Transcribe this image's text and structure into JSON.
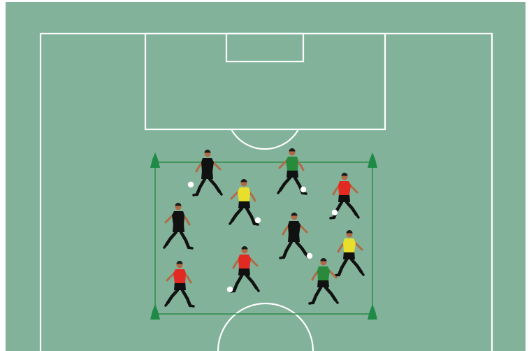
{
  "pitch": {
    "grass_color": "#82b29a",
    "line_color": "#ffffff",
    "frame_color": "#ffffff"
  },
  "drill_area": {
    "boundary_color": "#2e8b4a",
    "cone_color": "#1f8a46",
    "cone_count": 4
  },
  "ball_color": "#ffffff",
  "kit_colors": {
    "black": "#111111",
    "green": "#2a8a3c",
    "yellow": "#e8de2c",
    "red": "#e22a22",
    "shorts": "#111111",
    "skin": "#b06a44"
  },
  "players": [
    {
      "team": "black",
      "has_ball": true
    },
    {
      "team": "green",
      "has_ball": true
    },
    {
      "team": "red",
      "has_ball": true
    },
    {
      "team": "yellow",
      "has_ball": true
    },
    {
      "team": "black",
      "has_ball": false
    },
    {
      "team": "black",
      "has_ball": true
    },
    {
      "team": "yellow",
      "has_ball": false
    },
    {
      "team": "red",
      "has_ball": false
    },
    {
      "team": "red",
      "has_ball": true
    },
    {
      "team": "green",
      "has_ball": false
    }
  ]
}
